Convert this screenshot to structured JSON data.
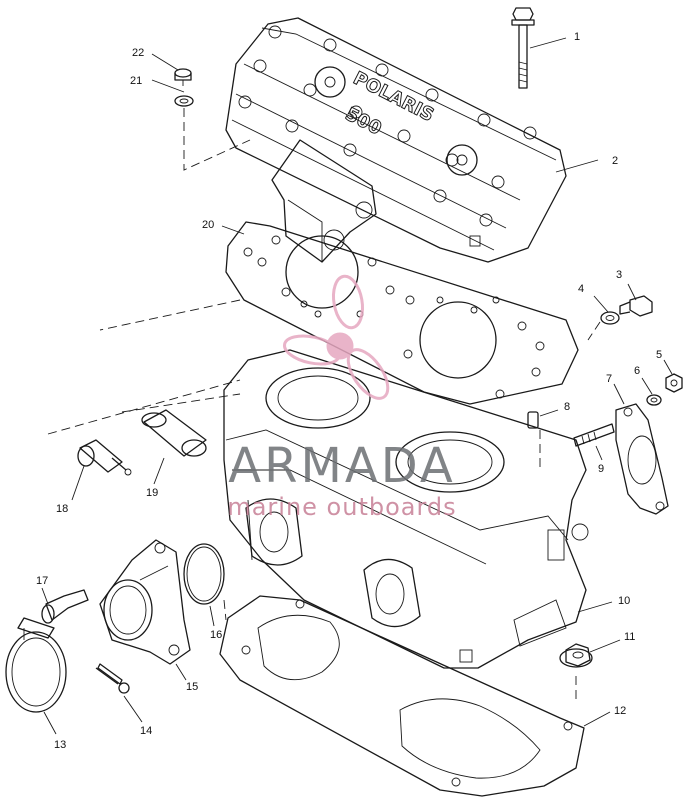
{
  "diagram": {
    "callouts": [
      "1",
      "2",
      "3",
      "4",
      "5",
      "6",
      "7",
      "8",
      "9",
      "10",
      "11",
      "12",
      "13",
      "14",
      "15",
      "16",
      "17",
      "18",
      "19",
      "20",
      "21",
      "22"
    ],
    "head_emboss": [
      "POLARIS",
      "500"
    ]
  },
  "watermark": {
    "brand": "ARMADA",
    "tagline": "marine outboards",
    "logo_color": "#e6a7c0",
    "text_color": "#6c6f73",
    "tagline_color": "#c77f96"
  }
}
